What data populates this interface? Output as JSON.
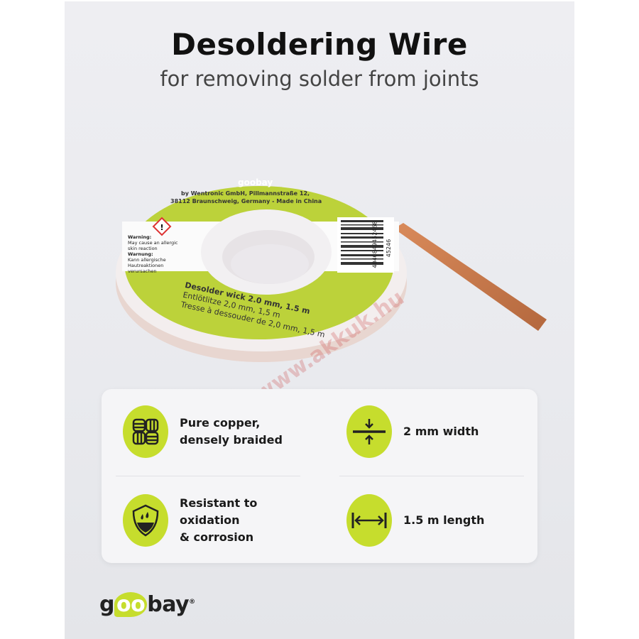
{
  "header": {
    "title": "Desoldering Wire",
    "subtitle": "for removing solder from joints"
  },
  "product_label": {
    "brand": "goobay",
    "address_line1": "by Wentronic GmbH, Pillmannstraße 12,",
    "address_line2": "38112 Braunschweig, Germany - Made in China",
    "warning_en_title": "Warning:",
    "warning_en_text": "May cause an allergic skin reaction",
    "warning_de_title": "Warnung:",
    "warning_de_text": "Kann allergische Hautreaktionen verursachen",
    "line_en": "Desolder wick 2.0 mm, 1.5 m",
    "line_de": "Entlötlitze 2,0 mm, 1,5 m",
    "line_fr": "Tresse à dessouder de 2,0 mm, 1,5 m",
    "barcode": "4040849452468",
    "article_no": "45246"
  },
  "watermark": "www.akkuk.hu",
  "features": [
    {
      "icon": "braided-copper-icon",
      "label": "Pure copper,\ndensely braided"
    },
    {
      "icon": "width-arrows-icon",
      "label": "2 mm width"
    },
    {
      "icon": "shield-drop-icon",
      "label": "Resistant to\noxidation\n& corrosion"
    },
    {
      "icon": "length-arrows-icon",
      "label": "1.5 m length"
    }
  ],
  "footer": {
    "logo": "goobay"
  },
  "colors": {
    "accent": "#c6dd2d",
    "copper": "#c97a4f",
    "background": "#ececf0"
  }
}
